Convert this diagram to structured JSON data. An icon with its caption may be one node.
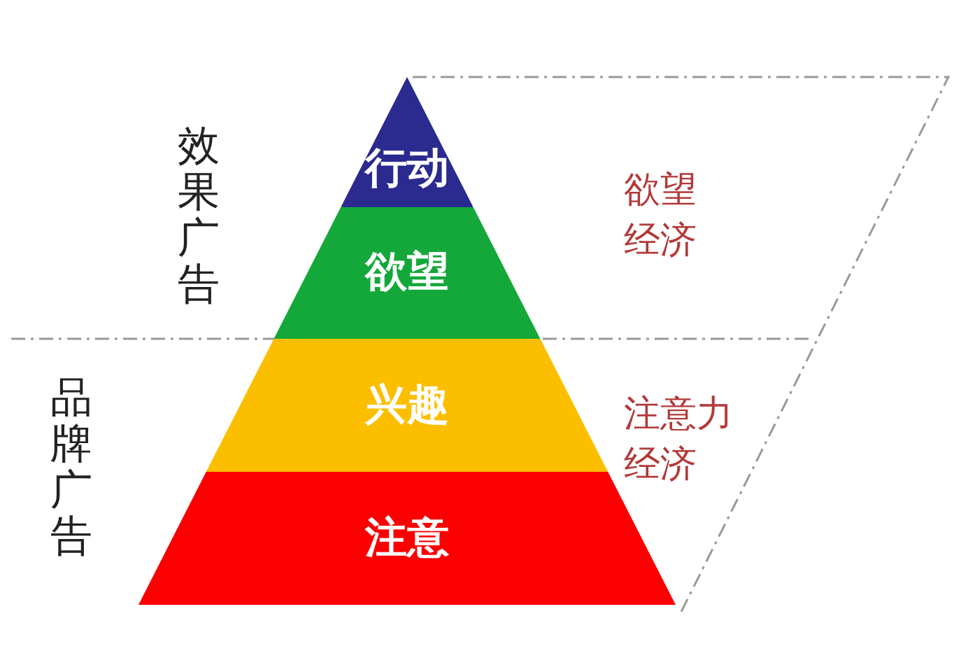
{
  "diagram": {
    "nodes": [
      {
        "text": [
          "行动"
        ]
      },
      {
        "text": [
          "欲望"
        ]
      },
      {
        "text": [
          "兴趣"
        ]
      },
      {
        "text": [
          "注意"
        ]
      }
    ],
    "labels": [
      "效果广告",
      "品牌广告",
      "欲望经济",
      "注意力经济"
    ]
  }
}
